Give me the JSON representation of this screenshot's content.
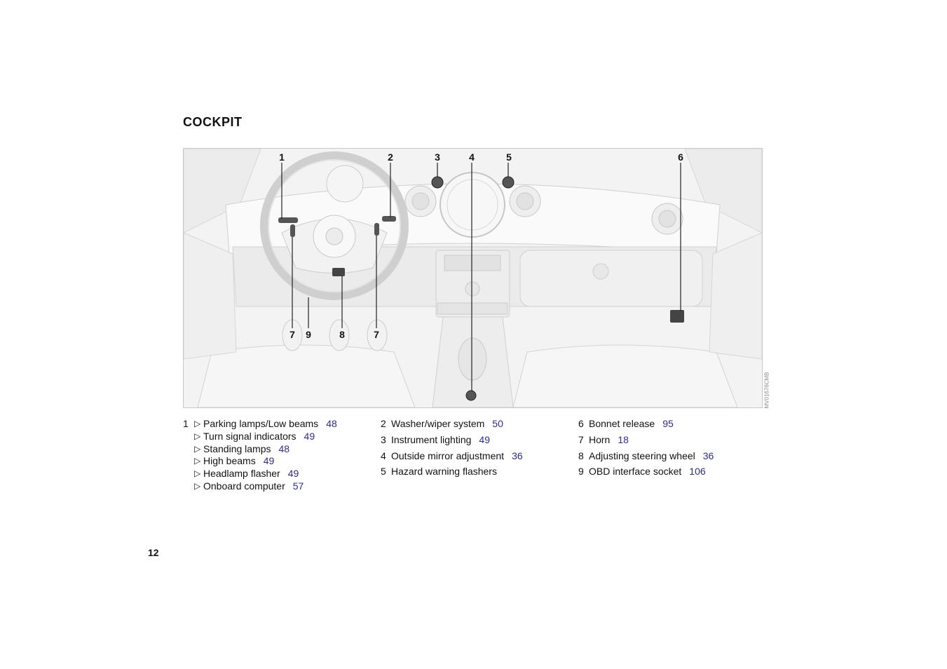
{
  "page": {
    "heading": "COCKPIT",
    "page_number": "12"
  },
  "figure": {
    "code": "MV01676CMB",
    "callouts": [
      "1",
      "2",
      "3",
      "4",
      "5",
      "6",
      "7",
      "9",
      "8",
      "7"
    ]
  },
  "legend": {
    "item1": {
      "number": "1",
      "subitems": [
        {
          "label": "Parking lamps/Low beams",
          "page": "48"
        },
        {
          "label": "Turn signal indicators",
          "page": "49"
        },
        {
          "label": "Standing lamps",
          "page": "48"
        },
        {
          "label": "High beams",
          "page": "49"
        },
        {
          "label": "Headlamp flasher",
          "page": "49"
        },
        {
          "label": "Onboard computer",
          "page": "57"
        }
      ]
    },
    "items": [
      {
        "number": "2",
        "label": "Washer/wiper system",
        "page": "50"
      },
      {
        "number": "3",
        "label": "Instrument lighting",
        "page": "49"
      },
      {
        "number": "4",
        "label": "Outside mirror adjustment",
        "page": "36"
      },
      {
        "number": "5",
        "label": "Hazard warning flashers",
        "page": ""
      },
      {
        "number": "6",
        "label": "Bonnet release",
        "page": "95"
      },
      {
        "number": "7",
        "label": "Horn",
        "page": "18"
      },
      {
        "number": "8",
        "label": "Adjusting steering wheel",
        "page": "36"
      },
      {
        "number": "9",
        "label": "OBD interface socket",
        "page": "106"
      }
    ]
  }
}
